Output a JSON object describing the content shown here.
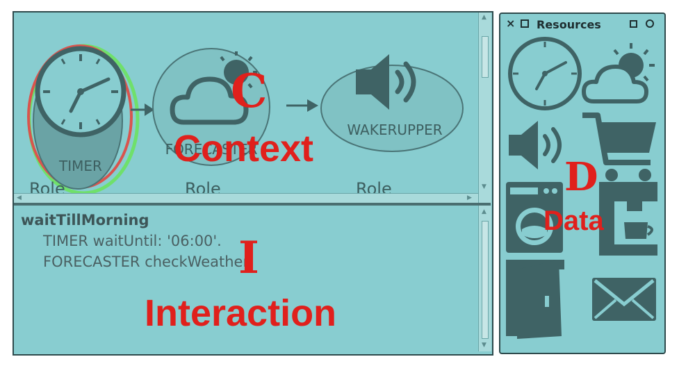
{
  "context_pane": {
    "roles": [
      {
        "name": "TIMER",
        "label": "Role"
      },
      {
        "name": "FORECASTER",
        "label": "Role"
      },
      {
        "name": "WAKERUPPER",
        "label": "Role"
      }
    ],
    "overlay_letter": "C",
    "overlay_word": "Context"
  },
  "interaction_pane": {
    "method_name": "waitTillMorning",
    "lines": [
      "TIMER waitUntil: '06:00'.",
      "FORECASTER checkWeather."
    ],
    "overlay_letter": "I",
    "overlay_word": "Interaction"
  },
  "resources_window": {
    "title": "Resources",
    "close_glyph": "×",
    "overlay_letter": "D",
    "overlay_word": "Data",
    "icons": [
      "clock-icon",
      "weather-icon",
      "speaker-icon",
      "shopping-cart-icon",
      "washing-machine-icon",
      "coffee-machine-icon",
      "door-icon",
      "envelope-icon"
    ]
  },
  "colors": {
    "pane_background": "#88cdd0",
    "icon_fill": "#3f6365",
    "overlay_red": "#e0201c",
    "timer_selection_red": "#d9544e",
    "timer_selection_green": "#6fe06b"
  }
}
